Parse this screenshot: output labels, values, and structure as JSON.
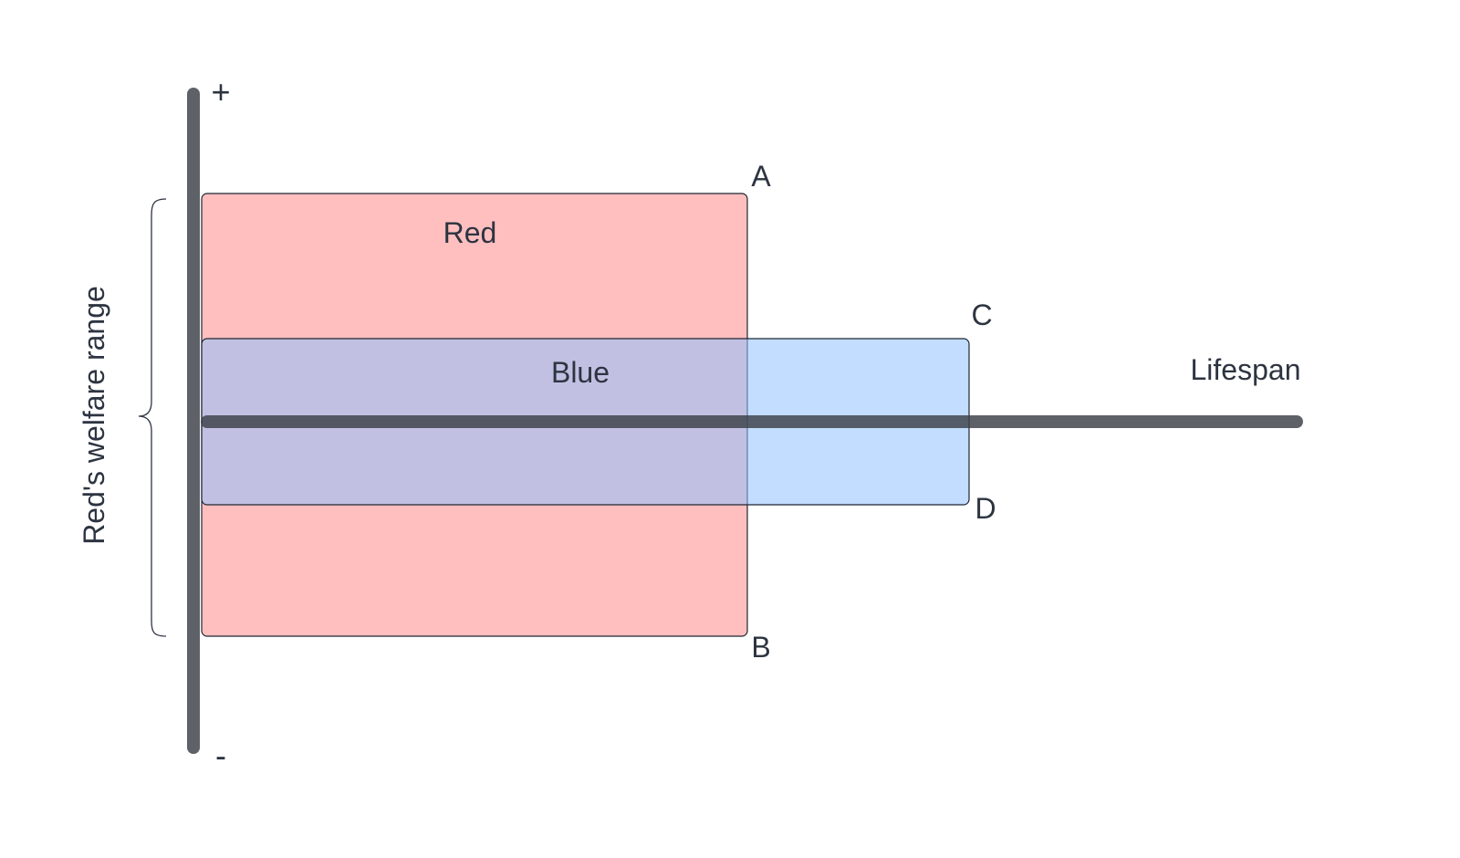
{
  "diagram": {
    "axis": {
      "plus_label": "+",
      "minus_label": "-",
      "x_label": "Lifespan",
      "range_label": "Red's welfare range",
      "color": "#3a3f47"
    },
    "boxes": {
      "red": {
        "label": "Red",
        "fill": "#ff8a8a",
        "opacity": 0.55
      },
      "blue": {
        "label": "Blue",
        "fill": "#8fc1ff",
        "opacity": 0.55
      }
    },
    "corner_labels": {
      "a": "A",
      "b": "B",
      "c": "C",
      "d": "D"
    }
  }
}
